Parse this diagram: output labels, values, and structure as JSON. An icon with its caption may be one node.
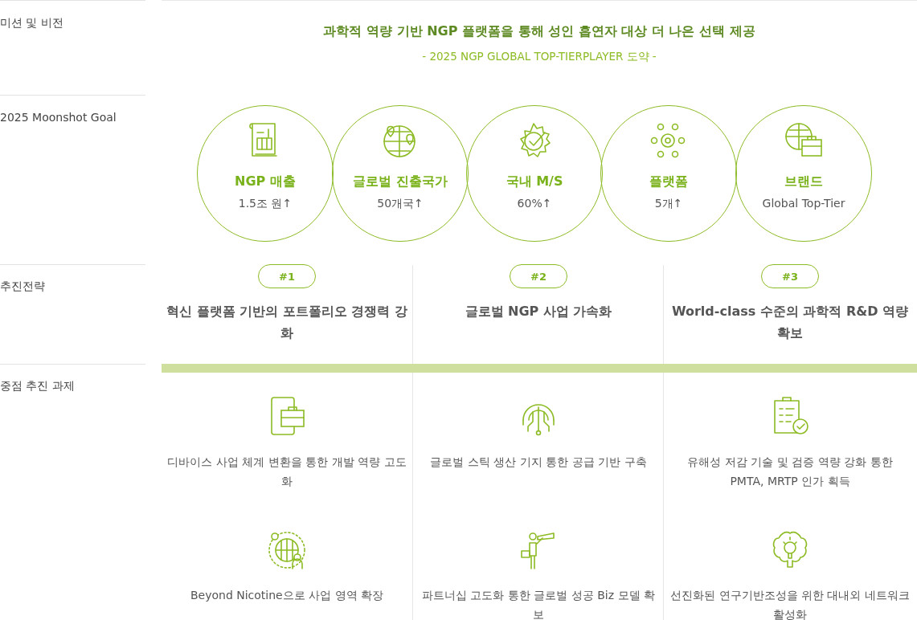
{
  "diagram": {
    "title": "과학적 역량 기반 NGP 플랫폼을 통해 성인 흡연자 대상 더 나은 선택 제공",
    "nodes": [
      {
        "text": [
          "NGP 매출",
          "1.5조 원↑"
        ]
      },
      {
        "text": [
          "글로벌 진출국가",
          "50개국↑"
        ]
      },
      {
        "text": [
          "국내 M/S",
          "60%↑"
        ]
      },
      {
        "text": [
          "플랫폼",
          "5개↑"
        ]
      },
      {
        "text": [
          "브랜드",
          "Global Top-Tier"
        ]
      },
      {
        "text": [
          "#1"
        ],
        "beside": [
          "혁신 플랫폼 기반의 포트폴리오 경쟁력 강화"
        ]
      },
      {
        "text": [
          "#2"
        ],
        "beside": [
          "글로벌 NGP 사업 가속화"
        ]
      },
      {
        "text": [
          "#3"
        ],
        "beside": [
          "World-class 수준의 과학적 R&D 역량 확보"
        ]
      }
    ],
    "edges": [],
    "labels": [
      "미션 및 비전",
      "- 2025 NGP GLOBAL TOP-TIERPLAYER 도약 -",
      "2025 Moonshot Goal",
      "추진전략",
      "중점 추진 과제",
      "디바이스 사업 체계 변환을 통한 개발 역량 고도화",
      "글로벌 스틱 생산 기지 통한 공급 기반 구축",
      "유해성 저감 기술 및 검증 역량 강화 통한 PMTA, MRTP 인가 획득",
      "Beyond Nicotine으로 사업 영역 확장",
      "파트너십 고도화 통한 글로벌 성공 Biz 모델 확보",
      "선진화된 연구기반조성을 위한 대내외 네트워크 활성화"
    ]
  }
}
